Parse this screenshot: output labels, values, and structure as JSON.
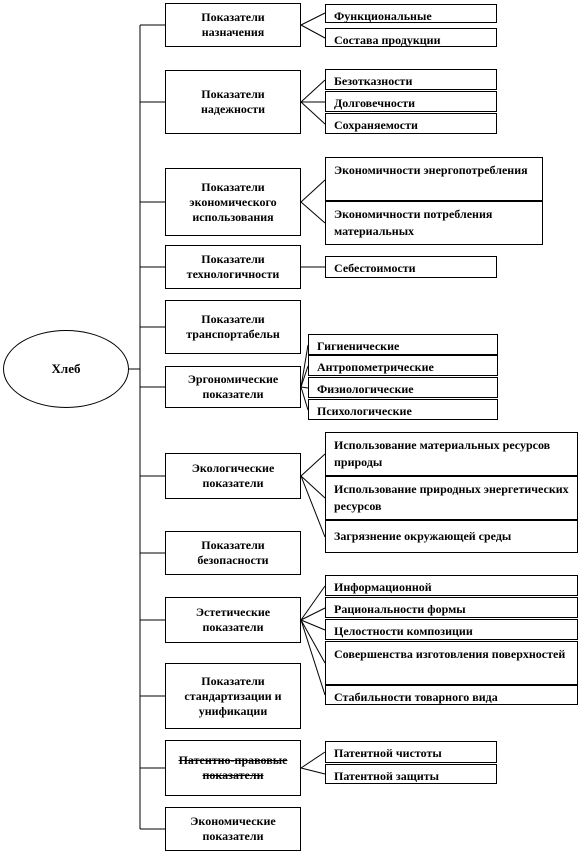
{
  "root": "Хлеб",
  "groups": [
    {
      "label": "Показатели назначения",
      "items": [
        "Функциональные",
        "Состава продукции"
      ]
    },
    {
      "label": "Показатели надежности",
      "items": [
        "Безотказности",
        "Долговечности",
        "Сохраняемости"
      ]
    },
    {
      "label": "Показатели экономического использования",
      "items": [
        "Экономичности энергопотребления",
        "Экономичности потребления материальных"
      ]
    },
    {
      "label": "Показатели технологичности",
      "items": [
        "Себестоимости"
      ]
    },
    {
      "label": "Показатели транспортабельн",
      "items": []
    },
    {
      "label": "Эргономические показатели",
      "items": [
        "Гигиенические",
        "Антропометрические",
        "Физиологические",
        "Психологические"
      ]
    },
    {
      "label": "Экологические показатели",
      "items": [
        "Использование материальных ресурсов природы",
        "Использование природных энергетических ресурсов",
        "Загрязнение окружающей среды"
      ]
    },
    {
      "label": "Показатели безопасности",
      "items": []
    },
    {
      "label": "Эстетические показатели",
      "items": [
        "Информационной",
        "Рациональности формы",
        "Целостности композиции",
        "Совершенства изготовления поверхностей",
        "Стабильности товарного вида"
      ]
    },
    {
      "label": "Показатели стандартизации и унификации",
      "items": []
    },
    {
      "label": "Патентно-правовые показатели",
      "items": [
        "Патентной чистоты",
        "Патентной защиты"
      ]
    },
    {
      "label": "Экономические показатели",
      "items": []
    }
  ]
}
